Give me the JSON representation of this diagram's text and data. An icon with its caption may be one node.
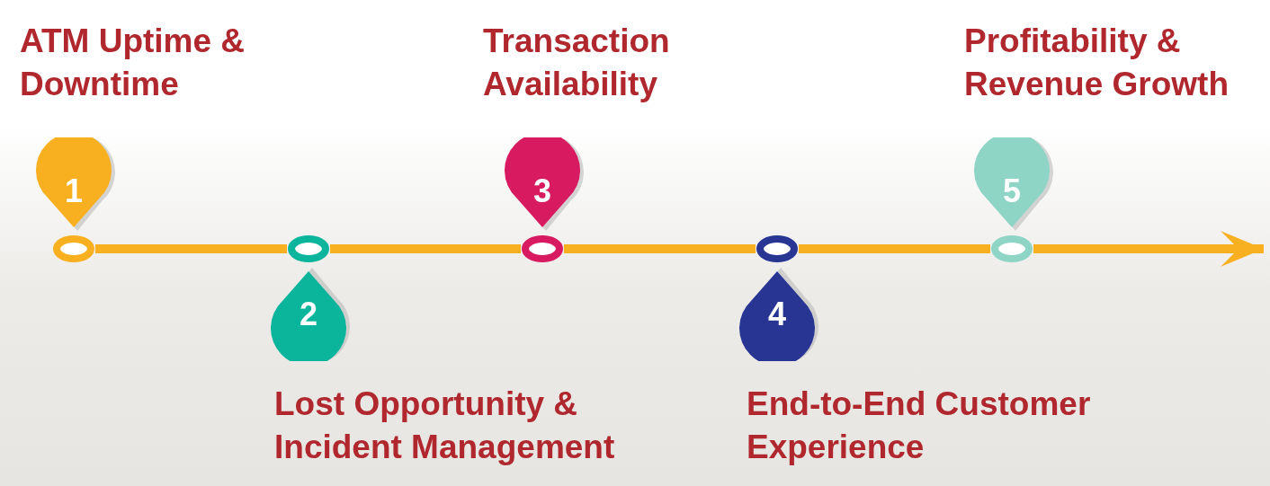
{
  "diagram": {
    "nodes": [
      {
        "text": [
          "1"
        ],
        "beside": [
          "ATM Uptime & Downtime"
        ]
      },
      {
        "text": [
          "2"
        ],
        "beside": [
          "Lost Opportunity & Incident Management"
        ]
      },
      {
        "text": [
          "3"
        ],
        "beside": [
          "Transaction Availability"
        ]
      },
      {
        "text": [
          "4"
        ],
        "beside": [
          "End-to-End Customer Experience"
        ]
      },
      {
        "text": [
          "5"
        ],
        "beside": [
          "Profitability & Revenue Growth"
        ]
      },
      {
        "text": [],
        "shape": "circle"
      },
      {
        "text": [],
        "shape": "circle"
      },
      {
        "text": [],
        "shape": "circle"
      },
      {
        "text": [],
        "shape": "circle"
      },
      {
        "text": [],
        "shape": "circle"
      }
    ],
    "edges": [
      {
        "from": 5,
        "to": 6,
        "arrow": "none"
      },
      {
        "from": 6,
        "to": 7,
        "arrow": "none"
      },
      {
        "from": 7,
        "to": 8,
        "arrow": "none"
      },
      {
        "from": 8,
        "to": 9,
        "arrow": "none"
      },
      {
        "from": 9,
        "to": null,
        "arrow": "to"
      }
    ]
  }
}
